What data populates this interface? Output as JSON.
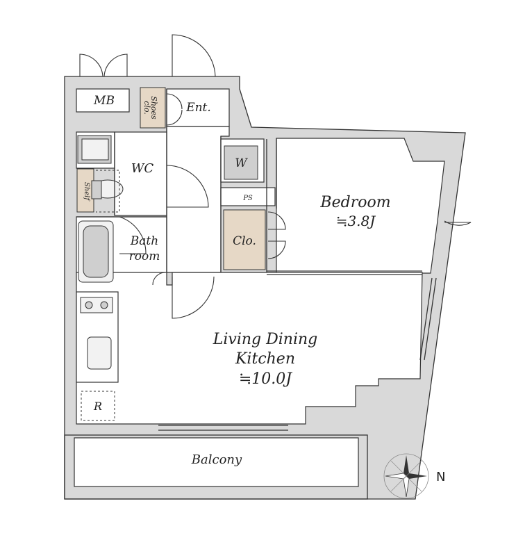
{
  "rooms": {
    "mb": "MB",
    "shoes_closet": "Shoes clo.",
    "shoes_line1": "Shoes",
    "shoes_line2": "clo.",
    "entrance": "Ent.",
    "wc": "WC",
    "washer": "W",
    "ps": "PS",
    "shelf": "Shelf",
    "bedroom": "Bedroom",
    "bedroom_size": "≒3.8J",
    "closet": "Clo.",
    "bath_line1": "Bath",
    "bath_line2": "room",
    "ldk_line1": "Living Dining",
    "ldk_line2": "Kitchen",
    "ldk_size": "≒10.0J",
    "refrigerator": "R",
    "balcony": "Balcony"
  },
  "compass": {
    "north_label": "N",
    "icon": "compass-rose-icon"
  },
  "colors": {
    "wall_fill": "#d9d9d9",
    "storage_fill": "#e6d8c6",
    "fixture_fill": "#cfcfcf",
    "line": "#333333"
  }
}
